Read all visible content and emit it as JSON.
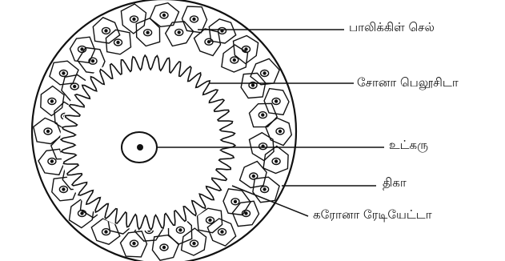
{
  "diagram": {
    "labels": [
      {
        "id": "follicle-cell",
        "text": "பாலிக்கிள் செல்"
      },
      {
        "id": "zona-pellucida",
        "text": "சோனா பெலூசிடா"
      },
      {
        "id": "nucleus",
        "text": "உட்கரு"
      },
      {
        "id": "theca",
        "text": "திகா"
      },
      {
        "id": "corona-radiata",
        "text": "கரோனா ரேடியேட்டா"
      }
    ]
  }
}
